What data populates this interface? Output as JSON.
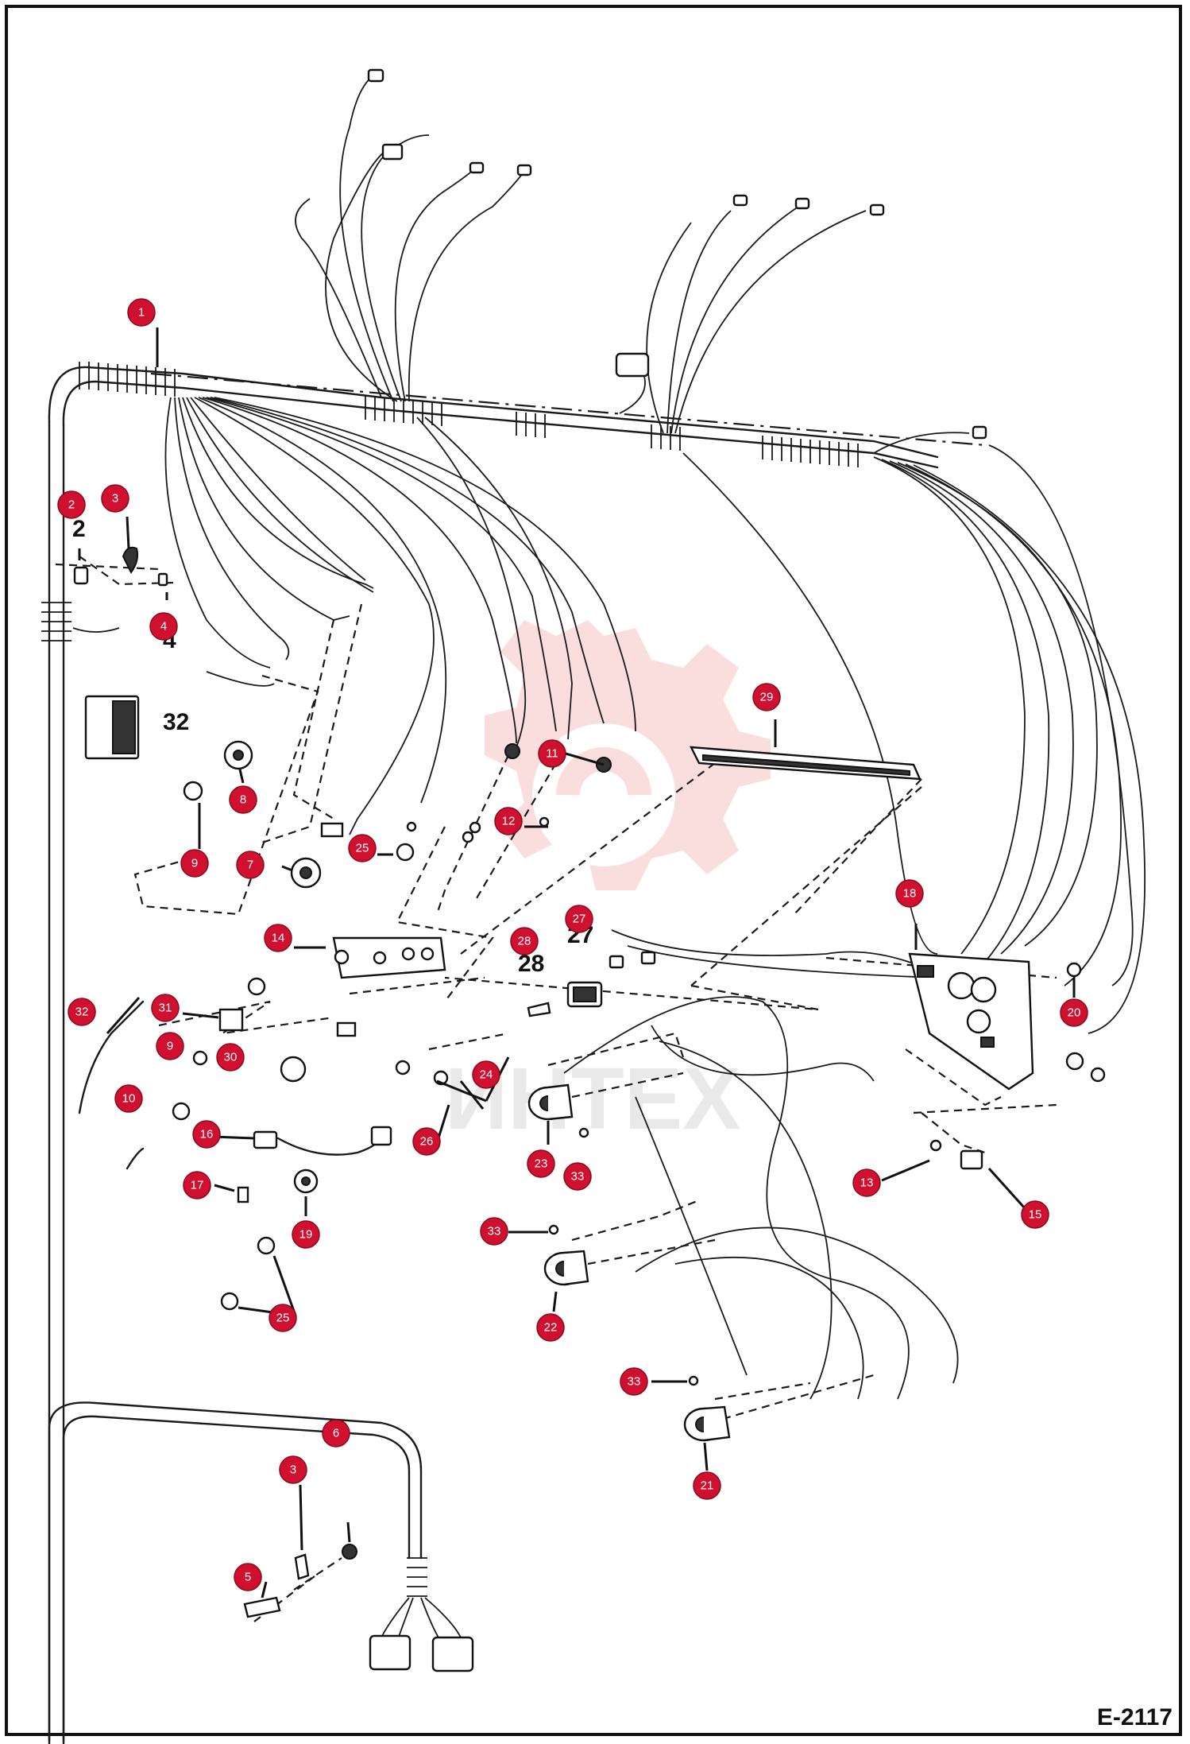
{
  "figure": {
    "code": "E-2117",
    "watermark": "ИНТЕХ"
  },
  "part_labels": [
    "2",
    "4",
    "32",
    "28",
    "27"
  ],
  "callouts": [
    "1",
    "2",
    "3",
    "4",
    "32",
    "8",
    "9",
    "7",
    "25",
    "11",
    "12",
    "29",
    "14",
    "31",
    "9",
    "30",
    "10",
    "16",
    "17",
    "19",
    "25",
    "24",
    "26",
    "28",
    "27",
    "18",
    "20",
    "23",
    "33",
    "13",
    "15",
    "33",
    "22",
    "33",
    "21",
    "3",
    "6",
    "5",
    "32"
  ],
  "colors": {
    "callout": "#d0102f",
    "line": "#1a1a1a",
    "watermark": "#f2b8b8"
  }
}
